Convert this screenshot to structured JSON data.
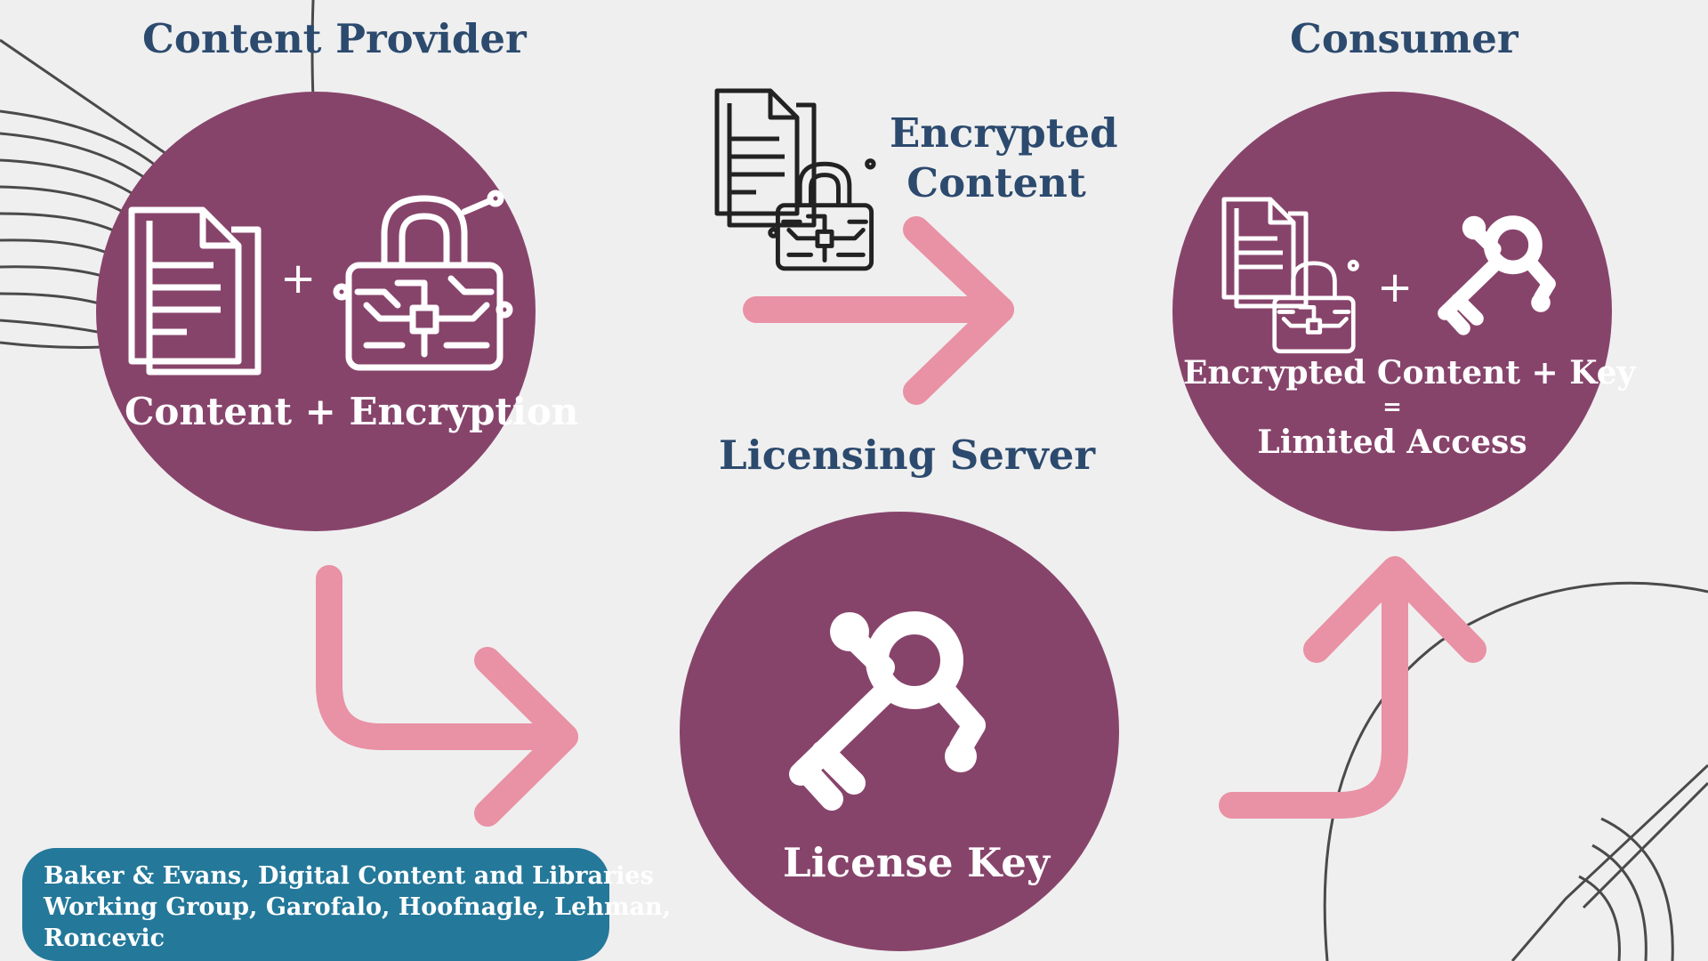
{
  "headings": {
    "content_provider": "Content Provider",
    "consumer": "Consumer",
    "encrypted_content_line1": "Encrypted",
    "encrypted_content_line2": "Content",
    "licensing_server": "Licensing Server"
  },
  "circles": {
    "provider_label": "Content + Encryption",
    "provider_plus": "+",
    "license_label": "License Key",
    "consumer_line1": "Encrypted Content + Key",
    "consumer_line2": "=",
    "consumer_line3": "Limited Access",
    "consumer_plus": "+"
  },
  "citation": {
    "line1": "Baker & Evans, Digital Content and Libraries",
    "line2": "Working Group, Garofalo, Hoofnagle, Lehman,",
    "line3": "Roncevic"
  },
  "colors": {
    "circle": "#87446b",
    "arrow": "#e991a5",
    "heading": "#2c4a6e",
    "citation_bg": "#24789a",
    "background": "#efefef"
  },
  "icons": [
    "document-icon",
    "circuit-lock-icon",
    "key-icon",
    "arrow-right-icon",
    "arrow-up-icon"
  ]
}
